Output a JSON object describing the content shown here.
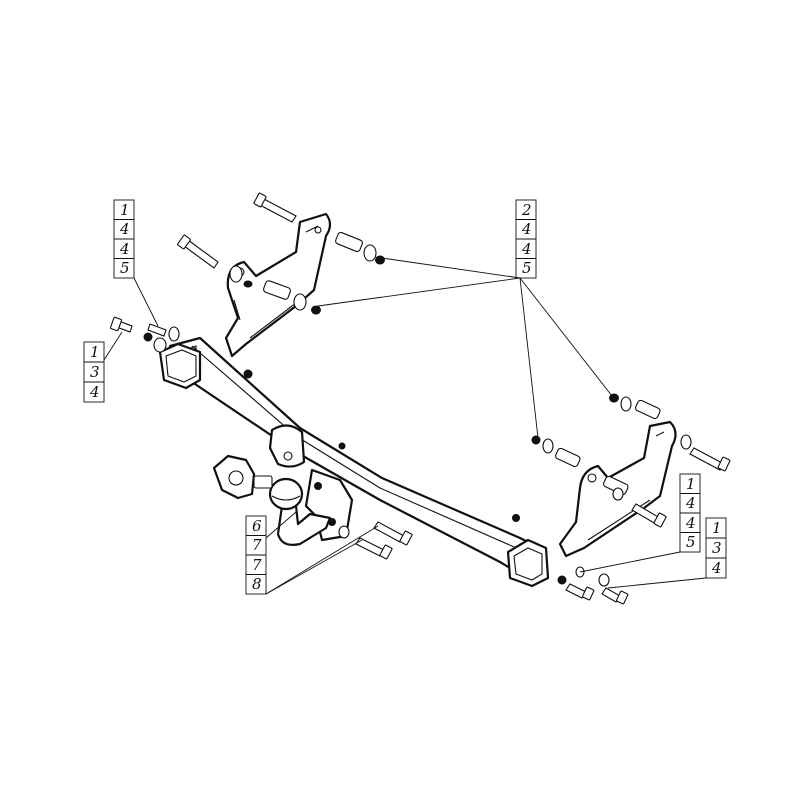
{
  "callouts": [
    {
      "id": "group-top-left",
      "lines": [
        "1",
        "4",
        "4",
        "5"
      ]
    },
    {
      "id": "group-left",
      "lines": [
        "1",
        "3",
        "4"
      ]
    },
    {
      "id": "group-top-right",
      "lines": [
        "2",
        "4",
        "4",
        "5"
      ]
    },
    {
      "id": "group-right",
      "lines": [
        "1",
        "4",
        "4",
        "5"
      ]
    },
    {
      "id": "group-right-lower",
      "lines": [
        "1",
        "3",
        "4"
      ]
    },
    {
      "id": "group-ball",
      "lines": [
        "6",
        "7",
        "7",
        "8"
      ]
    }
  ]
}
